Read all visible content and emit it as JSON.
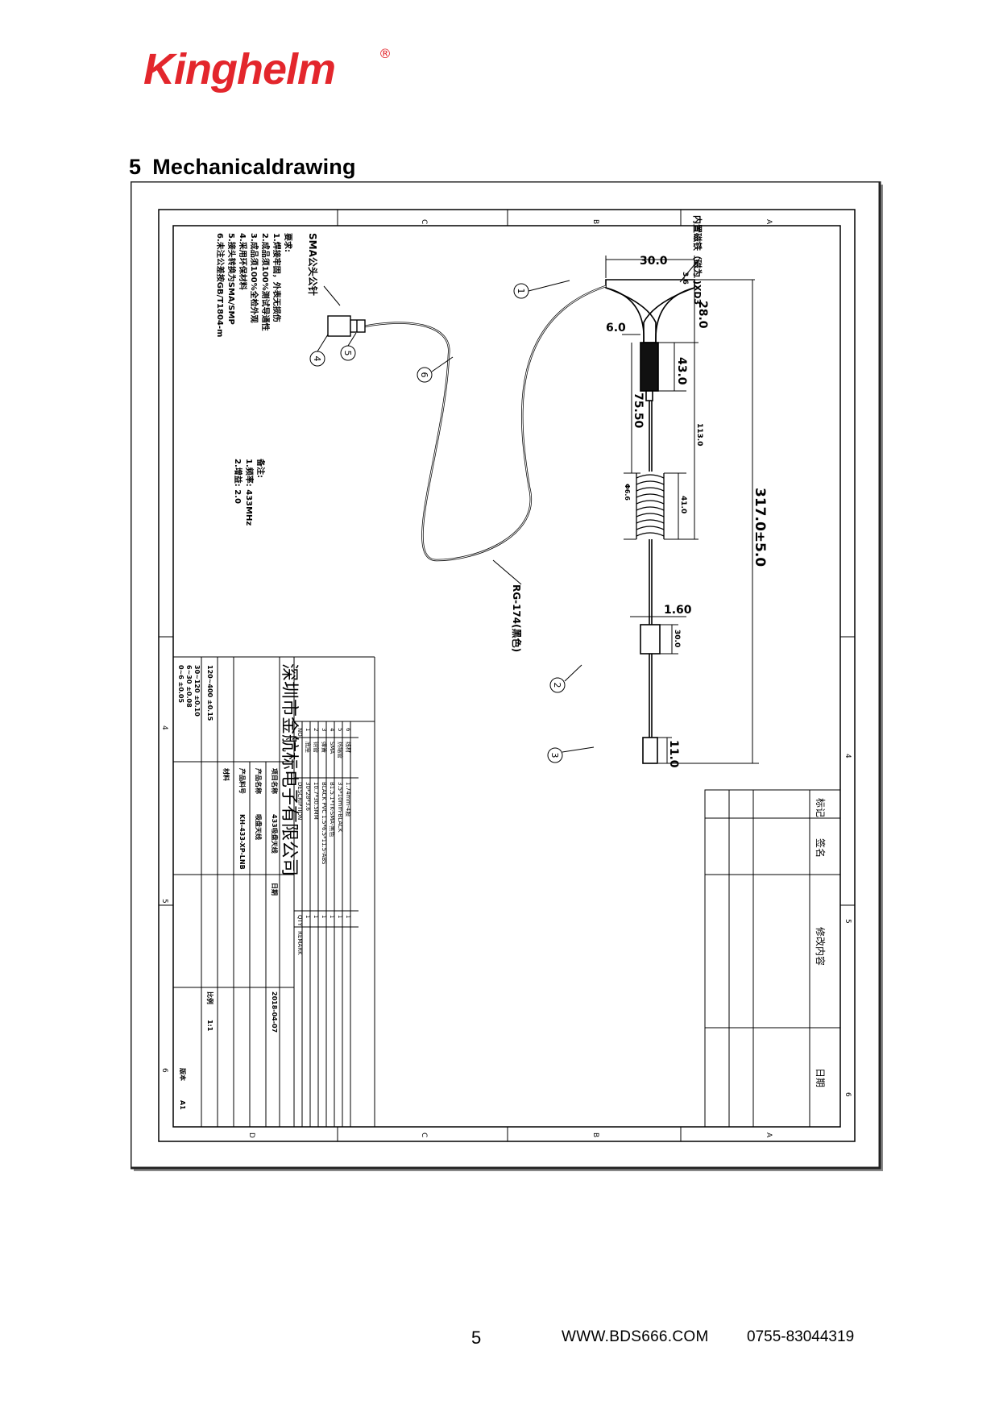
{
  "brand": {
    "logo_text": "Kinghelm",
    "registered_mark": "®",
    "color": "#e3262c"
  },
  "section": {
    "number": "5",
    "title": "Mechanicaldrawing"
  },
  "drawing": {
    "zone_letters_top": [
      "C",
      "B",
      "A"
    ],
    "zone_letters_bottom": [
      "D",
      "C",
      "B",
      "A"
    ],
    "zone_numbers_left": [
      "4",
      "5",
      "6"
    ],
    "zone_numbers_right": [
      "4",
      "5",
      "6"
    ],
    "dimensions": {
      "base_width": "30.0",
      "base_note": "3.6",
      "base_height": "28.0",
      "sleeve_dia": "6.0",
      "sleeve_len": "43.0",
      "lower_len": "75.50",
      "mid_len": "113.0",
      "coil_len": "41.0",
      "coil_dia": "Φ6.6",
      "overall_len": "317.0±5.0",
      "rod_dia": "1.60",
      "tube_len": "30.0",
      "tip_len": "11.0"
    },
    "notes": {
      "base_label": "内置磁铁（磁为 )XD3",
      "sma_label": "SMA公头公针",
      "cable_label": "RG-174(黑色)",
      "requirements_title": "要求:",
      "requirements": [
        "1.焊接牢固，外表无损伤",
        "2.成品须100%测试导通性",
        "3.成品须100%全检外观",
        "4.采用环保材料",
        "5.接头转换为SMA/SMP",
        "6.未注公差按GB/T1804-m"
      ],
      "spec_title": "备注:",
      "spec": [
        "1.频率: 433MHz",
        "2.增益: 2.0"
      ]
    },
    "callouts": [
      "1",
      "2",
      "3",
      "4",
      "5",
      "6"
    ],
    "company": "深圳市金航标电子有限公司",
    "bom": {
      "headers": [
        "NO",
        "DESCRIPTION",
        "QTY",
        "REMARK"
      ],
      "rows": [
        {
          "no": "6",
          "desc": "线材",
          "spec": "1.74mm-4股",
          "qty": "1"
        },
        {
          "no": "5",
          "desc": "热缩管",
          "spec": "3.5*10mm-BLACK",
          "qty": "1"
        },
        {
          "no": "4",
          "desc": "SMA",
          "spec": "B1.5.1*TK-SMA-黑色",
          "qty": "1"
        },
        {
          "no": "3",
          "desc": "弹簧",
          "spec": "BLACK PVC 1.5*6.5*11.5-ABS",
          "qty": "1"
        },
        {
          "no": "2",
          "desc": "铜管",
          "spec": "10.7*30.5MM",
          "qty": "1"
        },
        {
          "no": "1",
          "desc": "底座",
          "spec": "30*28*3.6",
          "qty": "1"
        }
      ]
    },
    "title_block": {
      "tolerance_rows": [
        "0~6 ±0.05",
        "6~30 ±0.08",
        "30~120 ±0.10",
        "120~400 ±0.15"
      ],
      "project_label": "项目名称",
      "project_name": "433吸盘天线",
      "product_label": "产品名称",
      "product_name": "吸盘天线",
      "part_label": "产品料号",
      "part_no": "KH-433-XP-LNB",
      "material_label": "材料",
      "date_label": "日期",
      "date": "2018-04-07",
      "scale_label": "比例",
      "scale": "1:1",
      "version_label": "版本",
      "version": "A1"
    },
    "revision_block": {
      "mark": "标记",
      "sign": "签名",
      "content": "修改内容",
      "date": "日期"
    }
  },
  "footer": {
    "page": "5",
    "website": "WWW.BDS666.COM",
    "phone": "0755-83044319"
  }
}
